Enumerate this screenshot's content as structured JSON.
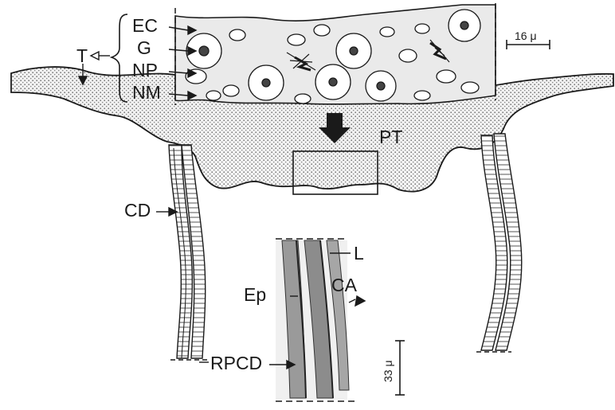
{
  "figure": {
    "labels": {
      "T": "T",
      "EC": "EC",
      "G": "G",
      "NP": "NP",
      "NM": "NM",
      "PT": "PT",
      "CD": "CD",
      "L": "L",
      "Ep": "Ep",
      "CA": "CA",
      "RPCD": "RPCD"
    },
    "scale_top": "16 μ",
    "scale_bottom": "33 μ"
  },
  "colors": {
    "ink": "#1a1a1a",
    "stipple": "#cfcfcf",
    "tissue": "#e6e6e6",
    "background": "#ffffff"
  }
}
